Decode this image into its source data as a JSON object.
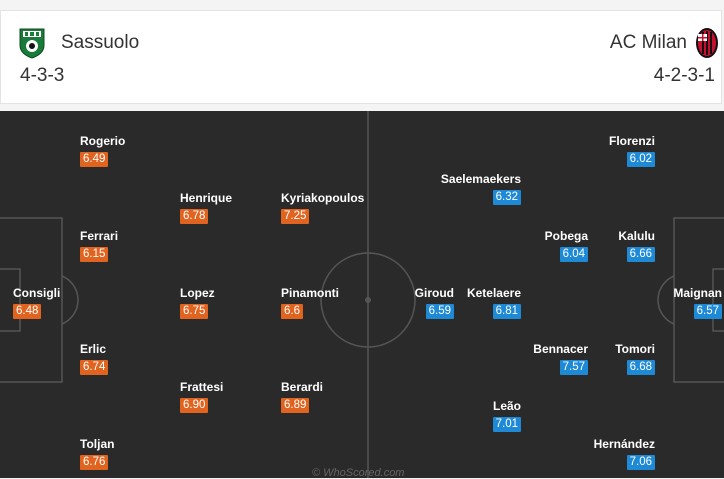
{
  "home": {
    "name": "Sassuolo",
    "formation": "4-3-3",
    "color": "#e0641f",
    "badge_icon": "sassuolo-crest-icon",
    "players": [
      {
        "name": "Rogerio",
        "rating": "6.49"
      },
      {
        "name": "Ferrari",
        "rating": "6.15"
      },
      {
        "name": "Consigli",
        "rating": "6.48"
      },
      {
        "name": "Erlic",
        "rating": "6.74"
      },
      {
        "name": "Toljan",
        "rating": "6.76"
      },
      {
        "name": "Henrique",
        "rating": "6.78"
      },
      {
        "name": "Lopez",
        "rating": "6.75"
      },
      {
        "name": "Frattesi",
        "rating": "6.90"
      },
      {
        "name": "Kyriakopoulos",
        "rating": "7.25"
      },
      {
        "name": "Pinamonti",
        "rating": "6.6"
      },
      {
        "name": "Berardi",
        "rating": "6.89"
      }
    ]
  },
  "away": {
    "name": "AC Milan",
    "formation": "4-2-3-1",
    "color": "#1e8ad6",
    "badge_icon": "ac-milan-crest-icon",
    "players": [
      {
        "name": "Florenzi",
        "rating": "6.02"
      },
      {
        "name": "Saelemaekers",
        "rating": "6.32"
      },
      {
        "name": "Pobega",
        "rating": "6.04"
      },
      {
        "name": "Kalulu",
        "rating": "6.66"
      },
      {
        "name": "Giroud",
        "rating": "6.59"
      },
      {
        "name": "Ketelaere",
        "rating": "6.81"
      },
      {
        "name": "Maignan",
        "rating": "6.57"
      },
      {
        "name": "Bennacer",
        "rating": "7.57"
      },
      {
        "name": "Tomori",
        "rating": "6.68"
      },
      {
        "name": "Leão",
        "rating": "7.01"
      },
      {
        "name": "Hernández",
        "rating": "7.06"
      }
    ]
  },
  "watermark": "© WhoScored.com"
}
